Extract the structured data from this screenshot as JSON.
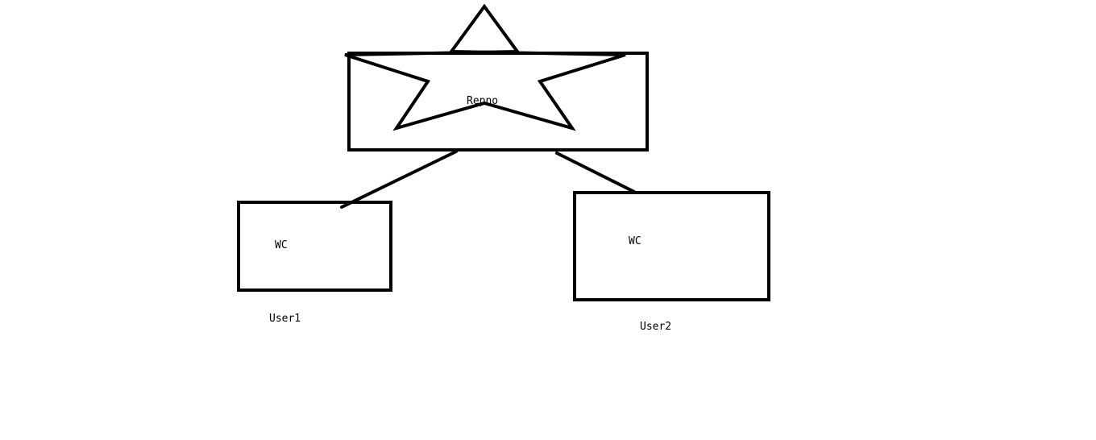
{
  "nodes": {
    "repo": {
      "label": "Repno"
    },
    "wc1": {
      "label": "WC"
    },
    "wc2": {
      "label": "WC"
    }
  },
  "captions": {
    "user1": "User1",
    "user2": "User2"
  },
  "colors": {
    "stroke": "#000000",
    "background": "#ffffff"
  }
}
